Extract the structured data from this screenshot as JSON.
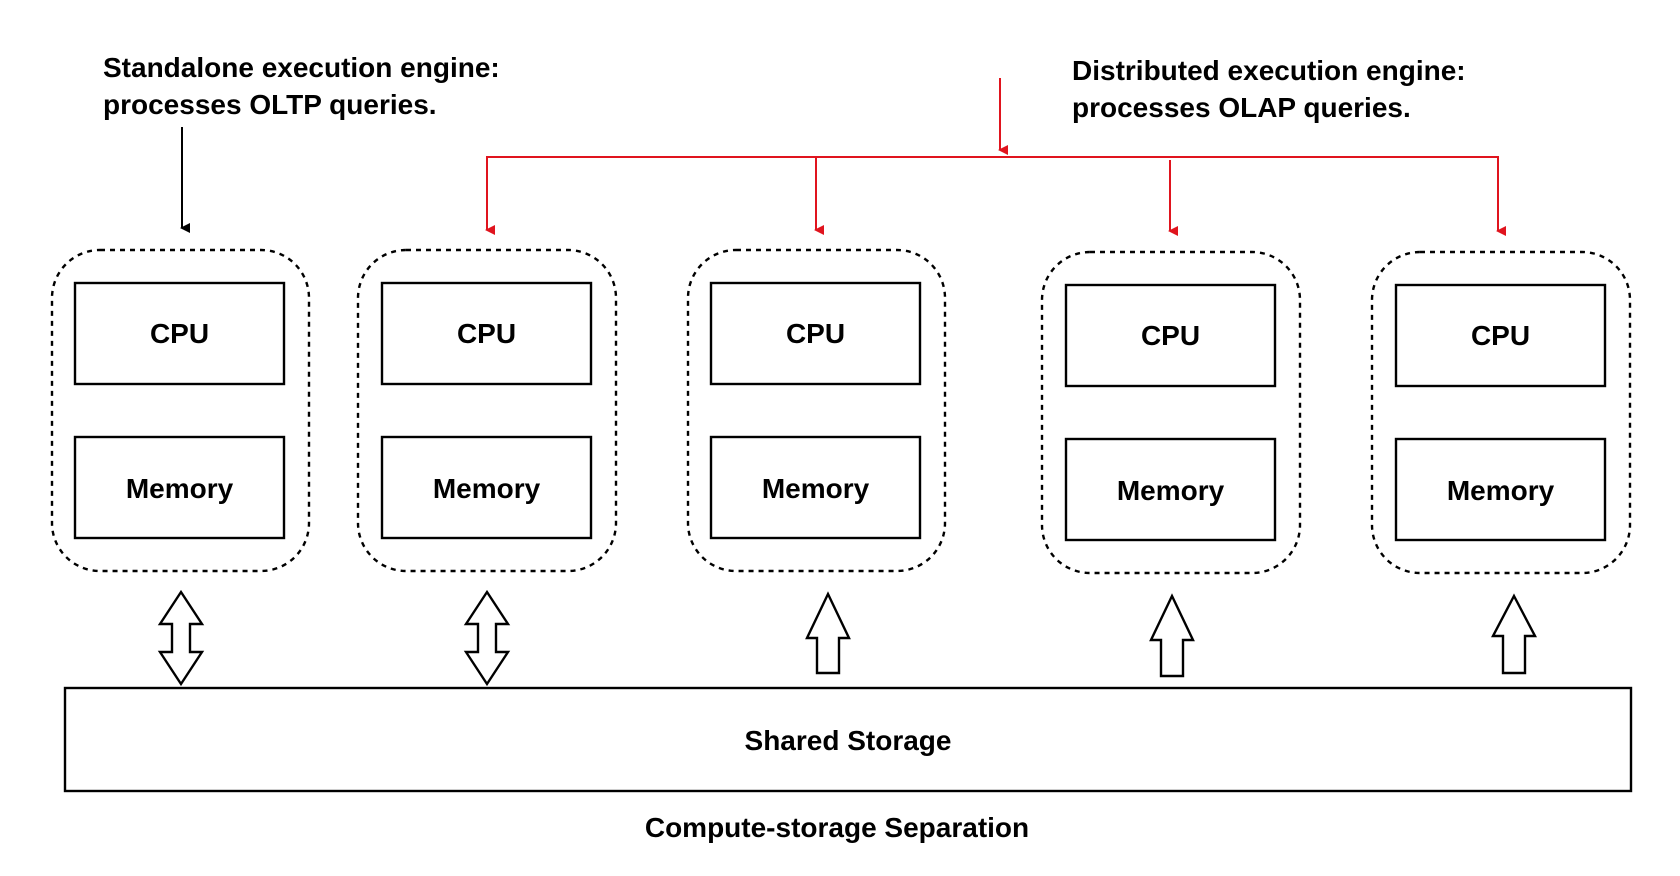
{
  "captions": {
    "standalone_line1": "Standalone execution engine:",
    "standalone_line2": "processes OLTP queries.",
    "distributed_line1": "Distributed execution engine:",
    "distributed_line2": "processes OLAP queries."
  },
  "nodes": [
    {
      "cpu": "CPU",
      "memory": "Memory",
      "storage_link": "bidirectional"
    },
    {
      "cpu": "CPU",
      "memory": "Memory",
      "storage_link": "bidirectional"
    },
    {
      "cpu": "CPU",
      "memory": "Memory",
      "storage_link": "upward"
    },
    {
      "cpu": "CPU",
      "memory": "Memory",
      "storage_link": "upward"
    },
    {
      "cpu": "CPU",
      "memory": "Memory",
      "storage_link": "upward"
    }
  ],
  "storage": {
    "label": "Shared Storage"
  },
  "footer": {
    "label": "Compute-storage Separation"
  },
  "colors": {
    "distributed_arrows": "#e0141e",
    "standalone_arrow": "#000000"
  }
}
